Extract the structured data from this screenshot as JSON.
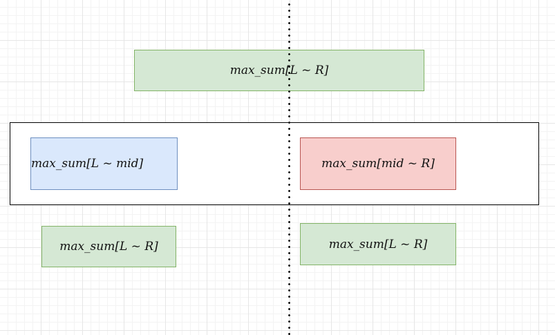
{
  "diagram": {
    "nodes": {
      "top": {
        "label": "max_sum[L ~ R]",
        "color": "#d5e8d4",
        "border": "#82b366"
      },
      "left_mid": {
        "label": "max_sum[L ~ mid]",
        "color": "#dae8fc",
        "border": "#6c8ebf"
      },
      "right_mid": {
        "label": "max_sum[mid ~ R]",
        "color": "#f8cecc",
        "border": "#b85450"
      },
      "bottom_left": {
        "label": "max_sum[L ~ R]",
        "color": "#d5e8d4",
        "border": "#82b366"
      },
      "bottom_right": {
        "label": "max_sum[L ~ R]",
        "color": "#d5e8d4",
        "border": "#82b366"
      }
    },
    "divider_style": "dotted"
  }
}
